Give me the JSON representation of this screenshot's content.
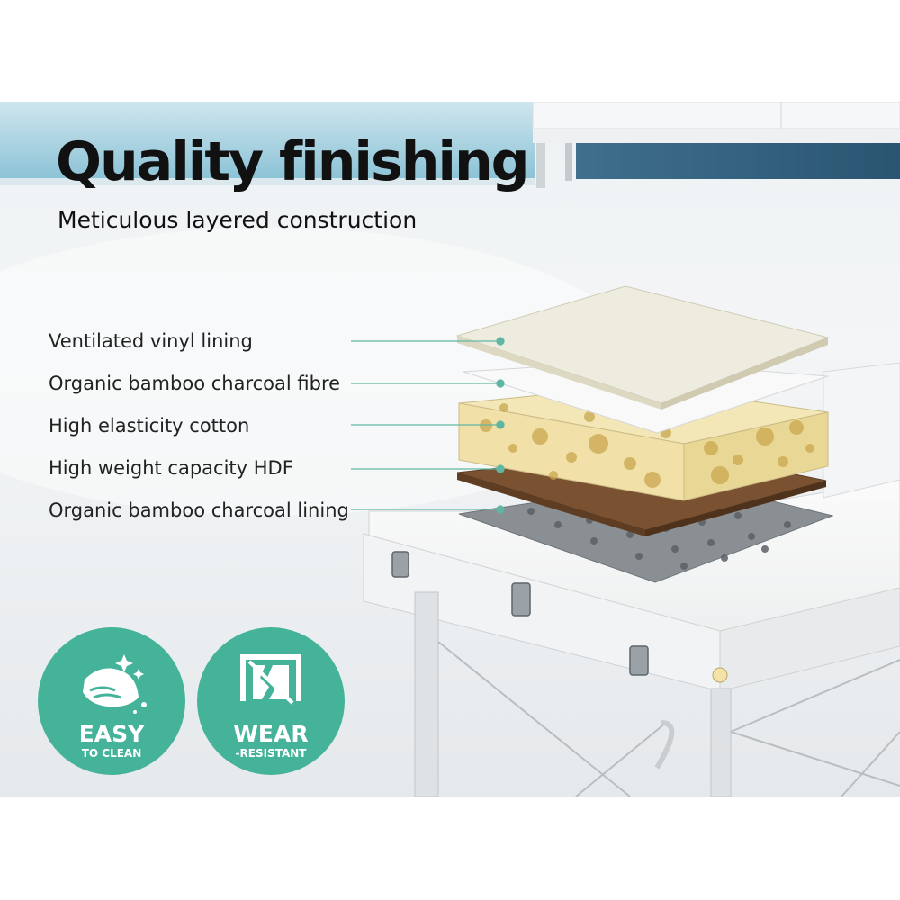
{
  "heading": {
    "title": "Quality finishing",
    "subtitle": "Meticulous layered construction"
  },
  "layers": [
    "Ventilated vinyl lining",
    "Organic bamboo charcoal fibre",
    "High elasticity cotton",
    "High weight capacity HDF",
    "Organic bamboo charcoal lining"
  ],
  "badges": {
    "easy": {
      "big": "EASY",
      "small": "TO CLEAN",
      "icon": "cleaning-cloth-icon"
    },
    "wear": {
      "big": "WEAR",
      "small": "-RESISTANT",
      "icon": "cracked-wall-icon"
    }
  },
  "colors": {
    "accent": "#45b39a",
    "text": "#111111",
    "leader": "#5fb7a3"
  }
}
